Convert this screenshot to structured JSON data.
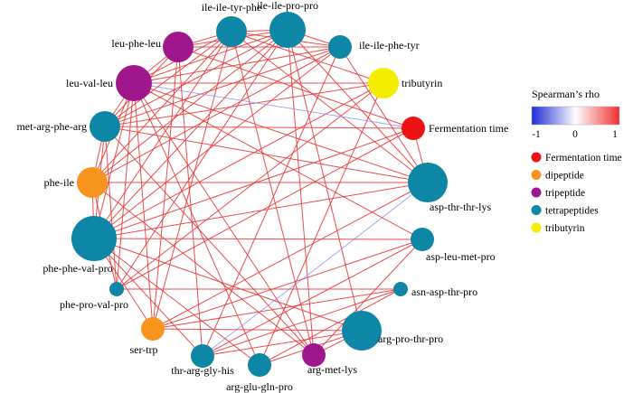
{
  "nodes": [
    {
      "id": "ile-ile-tyr-phe",
      "label": "ile-ile-tyr-phe",
      "group": "tetrapeptides",
      "size": 3
    },
    {
      "id": "ile-ile-pro-pro",
      "label": "ile-ile-pro-pro",
      "group": "tetrapeptides",
      "size": 4
    },
    {
      "id": "ile-ile-phe-tyr",
      "label": "ile-ile-phe-tyr",
      "group": "tetrapeptides",
      "size": 2
    },
    {
      "id": "tributyrin",
      "label": "tributyrin",
      "group": "tributyrin",
      "size": 3
    },
    {
      "id": "fermentation-time",
      "label": "Fermentation time",
      "group": "fermentation",
      "size": 2
    },
    {
      "id": "asp-thr-thr-lys",
      "label": "asp-thr-thr-lys",
      "group": "tetrapeptides",
      "size": 5
    },
    {
      "id": "asp-leu-met-pro",
      "label": "asp-leu-met-pro",
      "group": "tetrapeptides",
      "size": 2
    },
    {
      "id": "asn-asp-thr-pro",
      "label": "asn-asp-thr-pro",
      "group": "tetrapeptides",
      "size": 1
    },
    {
      "id": "arg-pro-thr-pro",
      "label": "arg-pro-thr-pro",
      "group": "tetrapeptides",
      "size": 5
    },
    {
      "id": "arg-met-lys",
      "label": "arg-met-lys",
      "group": "tripeptide",
      "size": 2
    },
    {
      "id": "arg-glu-gln-pro",
      "label": "arg-glu-gln-pro",
      "group": "tetrapeptides",
      "size": 2
    },
    {
      "id": "thr-arg-gly-his",
      "label": "thr-arg-gly-his",
      "group": "tetrapeptides",
      "size": 2
    },
    {
      "id": "ser-trp",
      "label": "ser-trp",
      "group": "dipeptide",
      "size": 2
    },
    {
      "id": "phe-pro-val-pro",
      "label": "phe-pro-val-pro",
      "group": "tetrapeptides",
      "size": 1
    },
    {
      "id": "phe-phe-val-pro",
      "label": "phe-phe-val-pro",
      "group": "tetrapeptides",
      "size": 6
    },
    {
      "id": "phe-ile",
      "label": "phe-ile",
      "group": "dipeptide",
      "size": 3
    },
    {
      "id": "met-arg-phe-arg",
      "label": "met-arg-phe-arg",
      "group": "tetrapeptides",
      "size": 3
    },
    {
      "id": "leu-val-leu",
      "label": "leu-val-leu",
      "group": "tripeptide",
      "size": 4
    },
    {
      "id": "leu-phe-leu",
      "label": "leu-phe-leu",
      "group": "tripeptide",
      "size": 3
    }
  ],
  "edges": [
    {
      "source": "ile-ile-tyr-phe",
      "target": "ile-ile-pro-pro",
      "rho": 0.8
    },
    {
      "source": "ile-ile-tyr-phe",
      "target": "ile-ile-phe-tyr",
      "rho": 0.7
    },
    {
      "source": "ile-ile-tyr-phe",
      "target": "tributyrin",
      "rho": 0.7
    },
    {
      "source": "ile-ile-tyr-phe",
      "target": "asp-thr-thr-lys",
      "rho": 0.7
    },
    {
      "source": "ile-ile-tyr-phe",
      "target": "arg-met-lys",
      "rho": 0.7
    },
    {
      "source": "ile-ile-tyr-phe",
      "target": "ser-trp",
      "rho": 0.7
    },
    {
      "source": "ile-ile-tyr-phe",
      "target": "phe-phe-val-pro",
      "rho": 0.7
    },
    {
      "source": "ile-ile-tyr-phe",
      "target": "phe-ile",
      "rho": 0.7
    },
    {
      "source": "ile-ile-tyr-phe",
      "target": "met-arg-phe-arg",
      "rho": 0.7
    },
    {
      "source": "ile-ile-tyr-phe",
      "target": "leu-val-leu",
      "rho": 0.7
    },
    {
      "source": "ile-ile-tyr-phe",
      "target": "leu-phe-leu",
      "rho": 0.8
    },
    {
      "source": "ile-ile-pro-pro",
      "target": "ile-ile-phe-tyr",
      "rho": 0.7
    },
    {
      "source": "ile-ile-pro-pro",
      "target": "asp-thr-thr-lys",
      "rho": 0.7
    },
    {
      "source": "ile-ile-pro-pro",
      "target": "arg-pro-thr-pro",
      "rho": 0.7
    },
    {
      "source": "ile-ile-pro-pro",
      "target": "arg-met-lys",
      "rho": 0.7
    },
    {
      "source": "ile-ile-pro-pro",
      "target": "phe-pro-val-pro",
      "rho": 0.7
    },
    {
      "source": "ile-ile-pro-pro",
      "target": "phe-phe-val-pro",
      "rho": 0.7
    },
    {
      "source": "ile-ile-pro-pro",
      "target": "phe-ile",
      "rho": 0.7
    },
    {
      "source": "ile-ile-pro-pro",
      "target": "met-arg-phe-arg",
      "rho": 0.7
    },
    {
      "source": "ile-ile-pro-pro",
      "target": "leu-val-leu",
      "rho": 0.7
    },
    {
      "source": "ile-ile-pro-pro",
      "target": "leu-phe-leu",
      "rho": 0.7
    },
    {
      "source": "ile-ile-phe-tyr",
      "target": "asp-thr-thr-lys",
      "rho": 0.7
    },
    {
      "source": "ile-ile-phe-tyr",
      "target": "thr-arg-gly-his",
      "rho": 0.7
    },
    {
      "source": "ile-ile-phe-tyr",
      "target": "phe-phe-val-pro",
      "rho": 0.7
    },
    {
      "source": "ile-ile-phe-tyr",
      "target": "phe-ile",
      "rho": 0.7
    },
    {
      "source": "ile-ile-phe-tyr",
      "target": "met-arg-phe-arg",
      "rho": 0.7
    },
    {
      "source": "ile-ile-phe-tyr",
      "target": "leu-val-leu",
      "rho": 0.7
    },
    {
      "source": "ile-ile-phe-tyr",
      "target": "leu-phe-leu",
      "rho": 0.7
    },
    {
      "source": "tributyrin",
      "target": "arg-glu-gln-pro",
      "rho": 0.7
    },
    {
      "source": "tributyrin",
      "target": "phe-phe-val-pro",
      "rho": 0.7
    },
    {
      "source": "tributyrin",
      "target": "met-arg-phe-arg",
      "rho": 0.7
    },
    {
      "source": "tributyrin",
      "target": "leu-val-leu",
      "rho": 0.7
    },
    {
      "source": "tributyrin",
      "target": "phe-pro-val-pro",
      "rho": 0.7
    },
    {
      "source": "fermentation-time",
      "target": "leu-val-leu",
      "rho": -0.6
    },
    {
      "source": "fermentation-time",
      "target": "asp-thr-thr-lys",
      "rho": 0.7
    },
    {
      "source": "fermentation-time",
      "target": "phe-pro-val-pro",
      "rho": 0.7
    },
    {
      "source": "fermentation-time",
      "target": "met-arg-phe-arg",
      "rho": 0.7
    },
    {
      "source": "fermentation-time",
      "target": "phe-phe-val-pro",
      "rho": 0.7
    },
    {
      "source": "fermentation-time",
      "target": "leu-phe-leu",
      "rho": 0.7
    },
    {
      "source": "asp-thr-thr-lys",
      "target": "thr-arg-gly-his",
      "rho": -0.5
    },
    {
      "source": "asp-thr-thr-lys",
      "target": "phe-ile",
      "rho": 0.7
    },
    {
      "source": "asp-thr-thr-lys",
      "target": "met-arg-phe-arg",
      "rho": 0.7
    },
    {
      "source": "asp-thr-thr-lys",
      "target": "leu-val-leu",
      "rho": 0.7
    },
    {
      "source": "asp-thr-thr-lys",
      "target": "phe-phe-val-pro",
      "rho": 0.7
    },
    {
      "source": "asp-thr-thr-lys",
      "target": "ser-trp",
      "rho": 0.7
    },
    {
      "source": "asp-leu-met-pro",
      "target": "phe-phe-val-pro",
      "rho": 0.7
    },
    {
      "source": "asp-leu-met-pro",
      "target": "thr-arg-gly-his",
      "rho": 0.7
    },
    {
      "source": "asp-leu-met-pro",
      "target": "arg-met-lys",
      "rho": 0.7
    },
    {
      "source": "asp-leu-met-pro",
      "target": "ser-trp",
      "rho": 0.7
    },
    {
      "source": "asp-leu-met-pro",
      "target": "leu-val-leu",
      "rho": 0.7
    },
    {
      "source": "asn-asp-thr-pro",
      "target": "ser-trp",
      "rho": 0.7
    },
    {
      "source": "asn-asp-thr-pro",
      "target": "phe-pro-val-pro",
      "rho": 0.7
    },
    {
      "source": "asn-asp-thr-pro",
      "target": "thr-arg-gly-his",
      "rho": 0.7
    },
    {
      "source": "asn-asp-thr-pro",
      "target": "arg-glu-gln-pro",
      "rho": 0.7
    },
    {
      "source": "arg-pro-thr-pro",
      "target": "ser-trp",
      "rho": 0.7
    },
    {
      "source": "arg-pro-thr-pro",
      "target": "phe-phe-val-pro",
      "rho": 0.7
    },
    {
      "source": "arg-pro-thr-pro",
      "target": "arg-met-lys",
      "rho": 0.7
    },
    {
      "source": "arg-pro-thr-pro",
      "target": "arg-glu-gln-pro",
      "rho": 0.7
    },
    {
      "source": "arg-pro-thr-pro",
      "target": "thr-arg-gly-his",
      "rho": 0.7
    },
    {
      "source": "arg-met-lys",
      "target": "leu-val-leu",
      "rho": 0.7
    },
    {
      "source": "arg-met-lys",
      "target": "met-arg-phe-arg",
      "rho": 0.7
    },
    {
      "source": "arg-met-lys",
      "target": "phe-ile",
      "rho": 0.7
    },
    {
      "source": "arg-glu-gln-pro",
      "target": "leu-val-leu",
      "rho": 0.7
    },
    {
      "source": "arg-glu-gln-pro",
      "target": "phe-phe-val-pro",
      "rho": 0.7
    },
    {
      "source": "thr-arg-gly-his",
      "target": "phe-phe-val-pro",
      "rho": 0.7
    },
    {
      "source": "thr-arg-gly-his",
      "target": "leu-phe-leu",
      "rho": 0.7
    },
    {
      "source": "ser-trp",
      "target": "phe-phe-val-pro",
      "rho": 0.7
    },
    {
      "source": "ser-trp",
      "target": "leu-phe-leu",
      "rho": 0.7
    },
    {
      "source": "ser-trp",
      "target": "leu-val-leu",
      "rho": 0.7
    },
    {
      "source": "phe-pro-val-pro",
      "target": "leu-val-leu",
      "rho": 0.7
    },
    {
      "source": "phe-pro-val-pro",
      "target": "phe-ile",
      "rho": 0.7
    },
    {
      "source": "phe-pro-val-pro",
      "target": "met-arg-phe-arg",
      "rho": 0.7
    },
    {
      "source": "phe-phe-val-pro",
      "target": "phe-ile",
      "rho": 0.8
    },
    {
      "source": "phe-phe-val-pro",
      "target": "met-arg-phe-arg",
      "rho": 0.8
    },
    {
      "source": "phe-phe-val-pro",
      "target": "leu-val-leu",
      "rho": 0.7
    },
    {
      "source": "phe-ile",
      "target": "met-arg-phe-arg",
      "rho": 0.8
    },
    {
      "source": "phe-ile",
      "target": "leu-val-leu",
      "rho": 0.7
    },
    {
      "source": "met-arg-phe-arg",
      "target": "leu-val-leu",
      "rho": 0.8
    },
    {
      "source": "met-arg-phe-arg",
      "target": "leu-phe-leu",
      "rho": 0.7
    },
    {
      "source": "leu-val-leu",
      "target": "leu-phe-leu",
      "rho": 0.8
    }
  ],
  "colorbar": {
    "title": "Spearman’s rho",
    "ticks": [
      "-1",
      "0",
      "1"
    ],
    "low_color": "#1f2bd6",
    "mid_color": "#ffffff",
    "high_color": "#f03030"
  },
  "legend": [
    {
      "group": "fermentation",
      "label": "Fermentation time",
      "color": "#ee1111"
    },
    {
      "group": "dipeptide",
      "label": "dipeptide",
      "color": "#f7941d"
    },
    {
      "group": "tripeptide",
      "label": "tripeptide",
      "color": "#a0168c"
    },
    {
      "group": "tetrapeptides",
      "label": "tetrapeptides",
      "color": "#0e86a6"
    },
    {
      "group": "tributyrin",
      "label": "tributyrin",
      "color": "#f5ec00"
    }
  ]
}
